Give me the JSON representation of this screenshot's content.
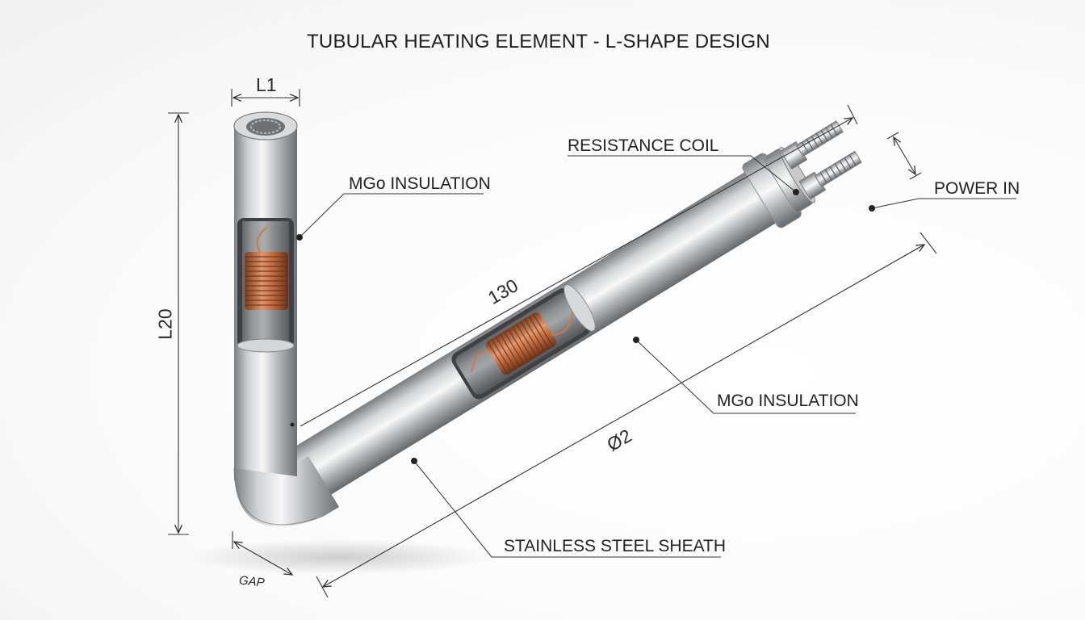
{
  "title": "TUBULAR HEATING ELEMENT - L-SHAPE DESIGN",
  "callouts": {
    "mgo_top": "MGo INSULATION",
    "resistance_coil": "RESISTANCE COIL",
    "power_in": "POWER IN",
    "mgo_bottom": "MGo INSULATION",
    "sheath": "STAINLESS STEEL SHEATH"
  },
  "dimensions": {
    "l1": "L1",
    "l20": "L20",
    "d130": "130",
    "dia2": "Ø2",
    "gap": "GAP"
  },
  "colors": {
    "steel_light": "#f4f4f4",
    "steel_mid": "#b9bcbf",
    "steel_dark": "#6f7275",
    "copper": "#b8623a",
    "line": "#333333"
  }
}
